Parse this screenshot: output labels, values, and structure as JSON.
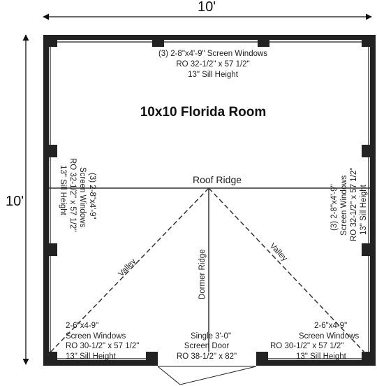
{
  "title": "10x10 Florida Room",
  "dimensions": {
    "width": "10'",
    "height": "10'"
  },
  "roof_ridge": "Roof Ridge",
  "dormer_ridge": "Dormer Ridge",
  "valley_left": "Valley",
  "valley_right": "Valley",
  "top_windows": [
    "(3) 2-8\"x4'-9\" Screen Windows",
    "RO 32-1/2\" x 57 1/2\"",
    "13\" Sill Height"
  ],
  "left_windows": [
    "(3) 2-8\"x4'-9\"",
    "Screen Windows",
    "RO 32-1/2\" x 57 1/2\"",
    "13\" Sill Height"
  ],
  "right_windows": [
    "(3) 2-8\"x4'-9\"",
    "Screen Windows",
    "RO 32-1/2\" x 57 1/2\"",
    "13\" Sill Height"
  ],
  "bottom_left_windows": [
    "2-6\"x4-9\"",
    "Screen Windows",
    "RO 30-1/2\" x 57 1/2\"",
    "13\" Sill Height"
  ],
  "bottom_right_windows": [
    "2-6\"x4-9\"",
    "Screen Windows",
    "RO 30-1/2\" x 57 1/2\"",
    "13\" Sill Height"
  ],
  "door": [
    "Single 3'-0\"",
    "Screen Door",
    "RO 38-1/2\" x 82\""
  ],
  "colors": {
    "wall": "#222222",
    "line": "#333333"
  }
}
